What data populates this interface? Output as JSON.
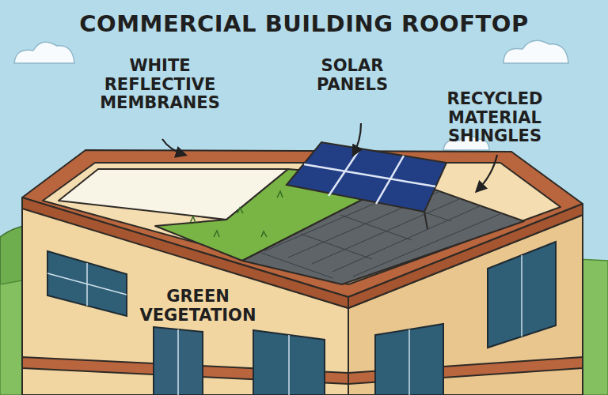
{
  "diagram": {
    "title": "COMMERCIAL BUILDING ROOFTOP",
    "labels": [
      "WHITE REFLECTIVE MEMBRANES",
      "SOLAR PANELS",
      "RECYCLED MATERIAL SHINGLES",
      "GREEN VEGETATION"
    ]
  }
}
